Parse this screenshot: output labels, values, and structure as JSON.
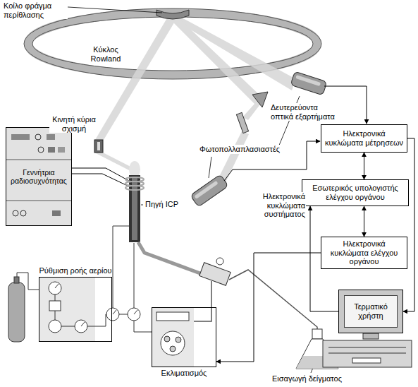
{
  "diagram": {
    "nodes": [
      {
        "text": [
          "Ηλεκτρονικά κυκλώματα μέτρησεων"
        ]
      },
      {
        "text": [
          "Γεννήτρια ραδιοσυχνότητας"
        ]
      },
      {
        "text": [
          "Εσωτερικός υπολογιστής ελέγχου οργάνου"
        ]
      },
      {
        "text": [
          "Ηλεκτρονικά κυκλώματα ελέγχου οργάνου"
        ]
      },
      {
        "text": [
          "Ρύθμιση ροής αερίου"
        ]
      },
      {
        "text": [
          "Τερματικό χρήστη"
        ]
      },
      {
        "text": [
          "Εκλιματισμός"
        ]
      }
    ],
    "edges": [
      {
        "from": 0,
        "to": 2,
        "arrow": "both"
      },
      {
        "from": 2,
        "to": 3,
        "arrow": "both"
      },
      {
        "from": 0,
        "to": 5,
        "arrow": "to"
      },
      {
        "from": 5,
        "to": 2,
        "arrow": "to"
      },
      {
        "from": 3,
        "to": 6,
        "arrow": "to"
      }
    ],
    "labels": [
      "Κοίλο φράγμα περίθλασης",
      "Κύκλος Rowland",
      "Κινητή κύρια σχισμή",
      "Δευτερεύοντα οπτικά εξαρτήματα",
      "Φωτοπολλαπλασιαστές",
      "Πηγή ICP",
      "Ηλεκτρονικά κυκλώματα συστήματος",
      "Εισαγωγή δείγματος"
    ]
  }
}
